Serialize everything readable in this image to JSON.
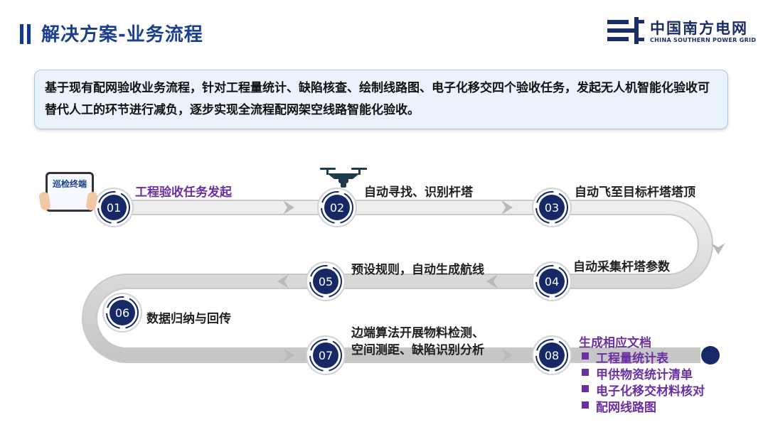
{
  "header": {
    "title": "解决方案-业务流程",
    "logo_cn": "中国南方电网",
    "logo_en": "CHINA SOUTHERN POWER GRID"
  },
  "summary": "基于现有配网验收业务流程，针对工程量统计、缺陷核查、绘制线路图、电子化移交四个验收任务，发起无人机智能化验收可替代人工的环节进行减负，逐步实现全流程配网架空线路智能化验收。",
  "tablet_label": "巡检终端",
  "steps": [
    {
      "num": "01",
      "label": "工程验收任务发起"
    },
    {
      "num": "02",
      "label": "自动寻找、识别杆塔"
    },
    {
      "num": "03",
      "label": "自动飞至目标杆塔塔顶"
    },
    {
      "num": "04",
      "label": "自动采集杆塔参数"
    },
    {
      "num": "05",
      "label": "预设规则，自动生成航线"
    },
    {
      "num": "06",
      "label": "数据归纳与回传"
    },
    {
      "num": "07",
      "label_line1": "边端算法开展物料检测、",
      "label_line2": "空间测距、缺陷识别分析"
    },
    {
      "num": "08",
      "label": "生成相应文档"
    }
  ],
  "documents": [
    "工程量统计表",
    "甲供物资统计清单",
    "电子化移交材料核对",
    "配网线路图"
  ],
  "colors": {
    "title": "#1a3f8f",
    "circle": "#162966",
    "track": "#dcdcdc",
    "arrow": "#b8b8b8",
    "purple": "#6b2fa1",
    "summary_bg": "#eaf3fb"
  },
  "icons": [
    "bar-icon",
    "power-grid-logo-icon",
    "tablet-icon",
    "drone-icon",
    "chevron-arrow-icon",
    "bullet-square-icon",
    "end-dot-icon"
  ]
}
